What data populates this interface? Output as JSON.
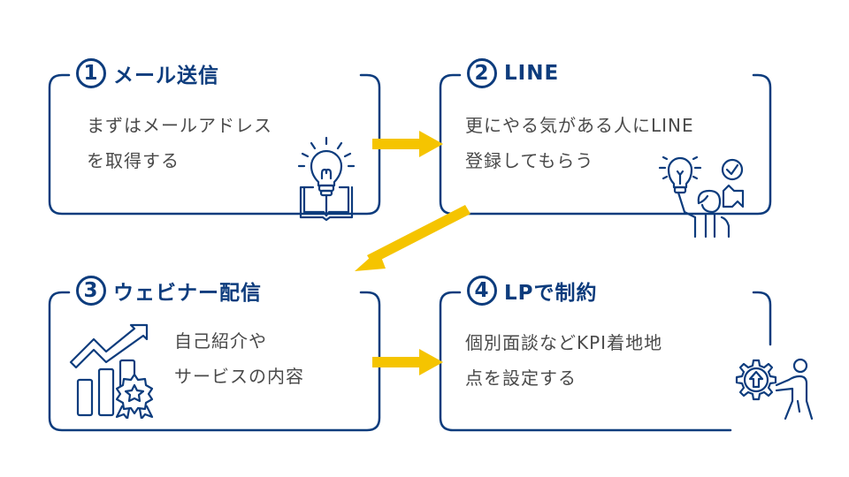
{
  "colors": {
    "primary": "#0d3c7d",
    "arrow": "#f5c400",
    "text": "#4a4a4a",
    "background": "#ffffff"
  },
  "steps": [
    {
      "number": "1",
      "title": "メール送信",
      "lines": [
        "まずはメールアドレス",
        "を取得する"
      ],
      "icon": "lightbulb-book-icon"
    },
    {
      "number": "2",
      "title": "LINE",
      "lines": [
        "更にやる気がある人にLINE",
        "登録してもらう"
      ],
      "icon": "person-idea-icon"
    },
    {
      "number": "3",
      "title": "ウェビナー配信",
      "lines": [
        "自己紹介や",
        "サービスの内容"
      ],
      "icon": "growth-chart-award-icon"
    },
    {
      "number": "4",
      "title": "LPで制約",
      "lines": [
        "個別面談などKPI着地地",
        "点を設定する"
      ],
      "icon": "person-gear-icon"
    }
  ],
  "arrows": [
    "step1-to-step2",
    "step2-to-step3",
    "step3-to-step4"
  ]
}
